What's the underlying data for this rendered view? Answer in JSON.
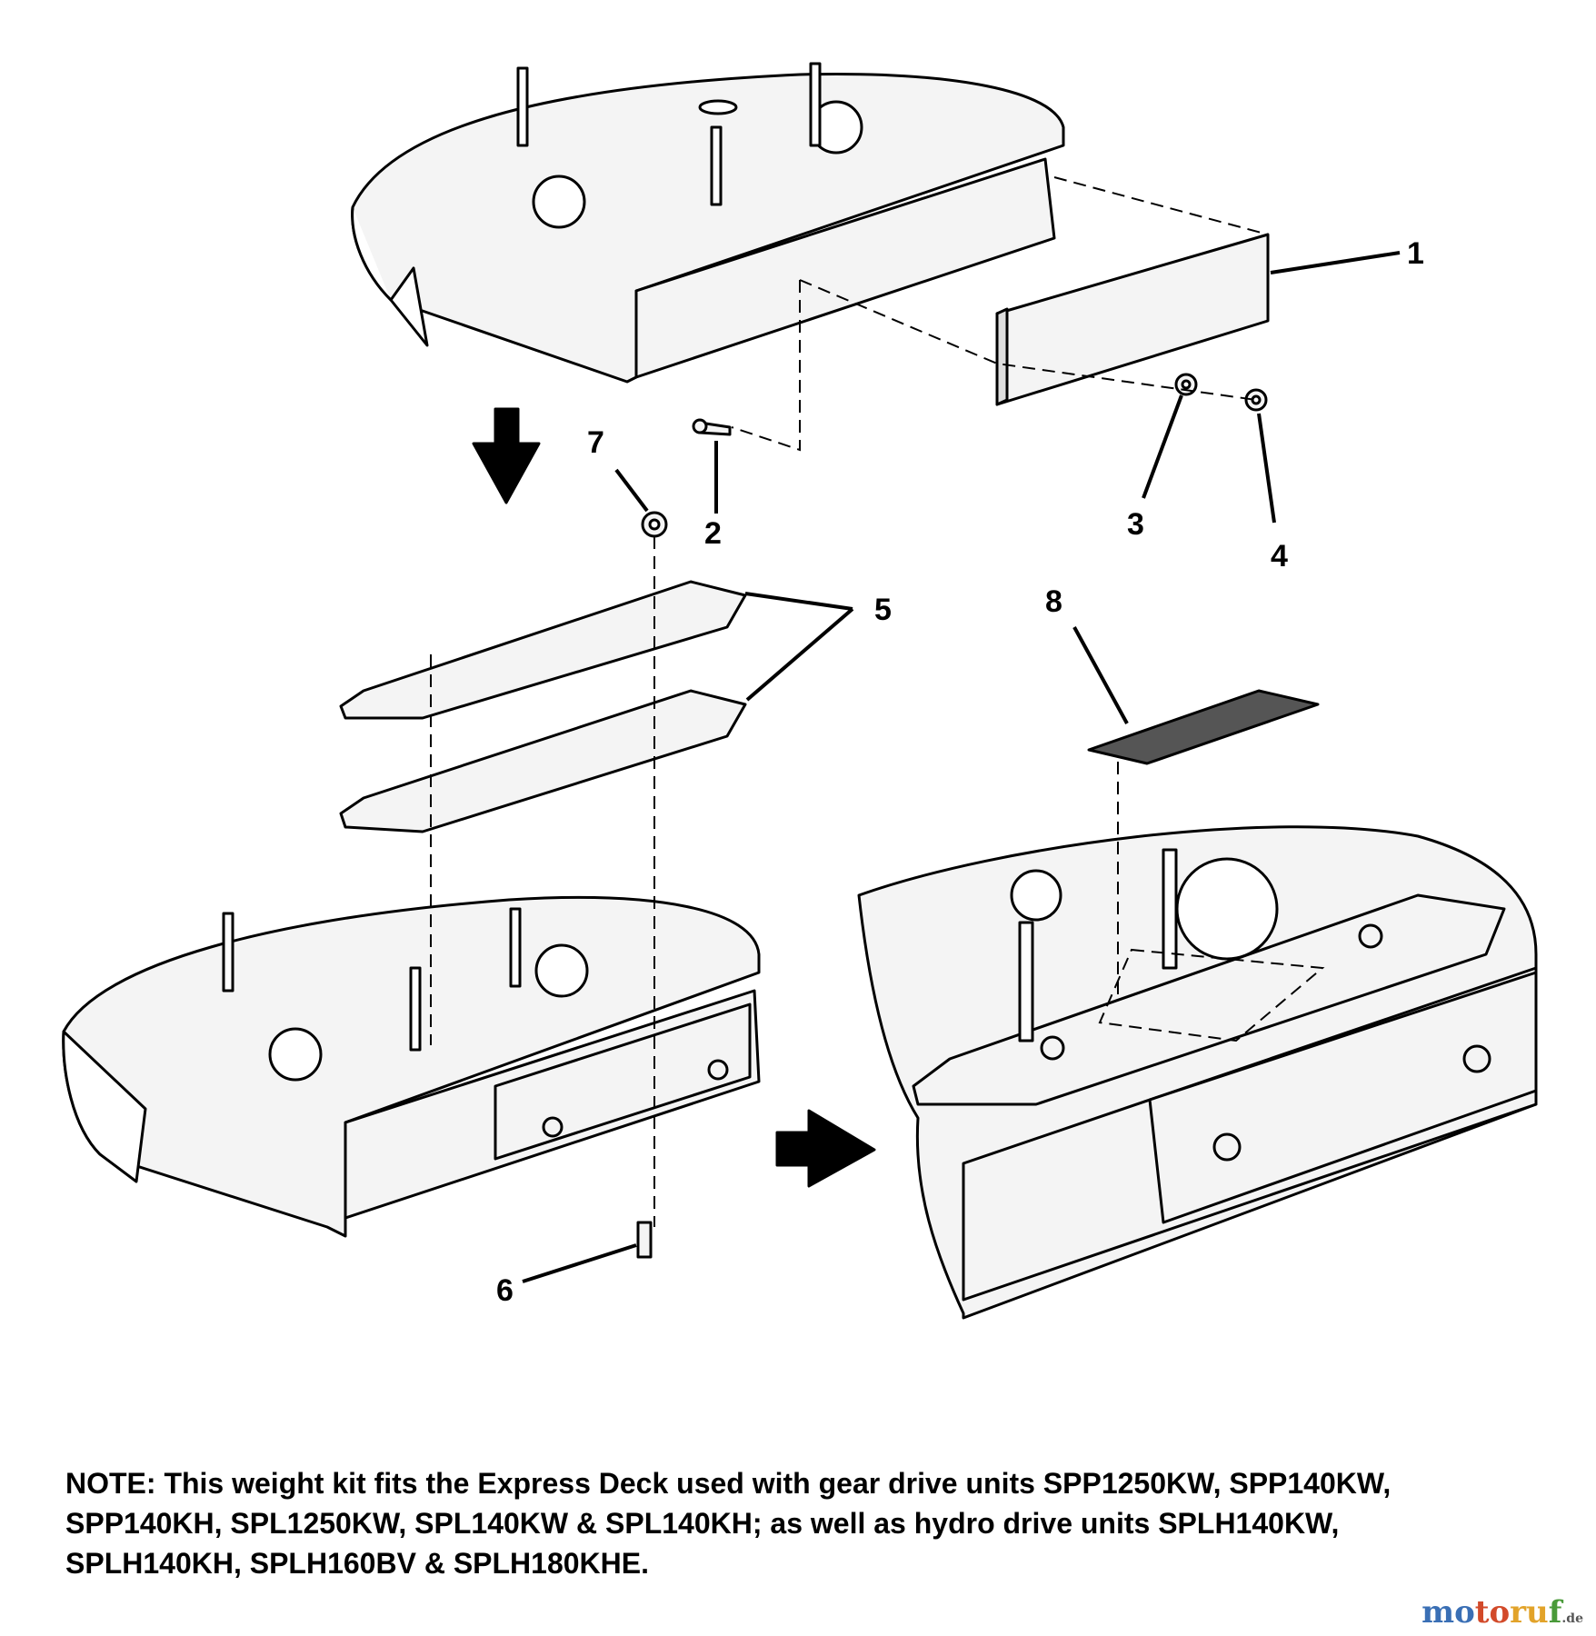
{
  "callouts": [
    "1",
    "2",
    "3",
    "4",
    "5",
    "6",
    "7",
    "8"
  ],
  "note": "NOTE: This weight kit fits the Express Deck used with gear drive units SPP1250KW, SPP140KW, SPP140KH, SPL1250KW, SPL140KW & SPL140KH; as well as hydro drive units SPLH140KW, SPLH140KH, SPLH160BV & SPLH180KHE.",
  "watermark": {
    "part1": "mo",
    "part2": "to",
    "part3": "ru",
    "part4": "f",
    "suffix": ".de"
  },
  "colors": {
    "line": "#000000",
    "panel": "#f4f4f4",
    "background": "#ffffff"
  }
}
